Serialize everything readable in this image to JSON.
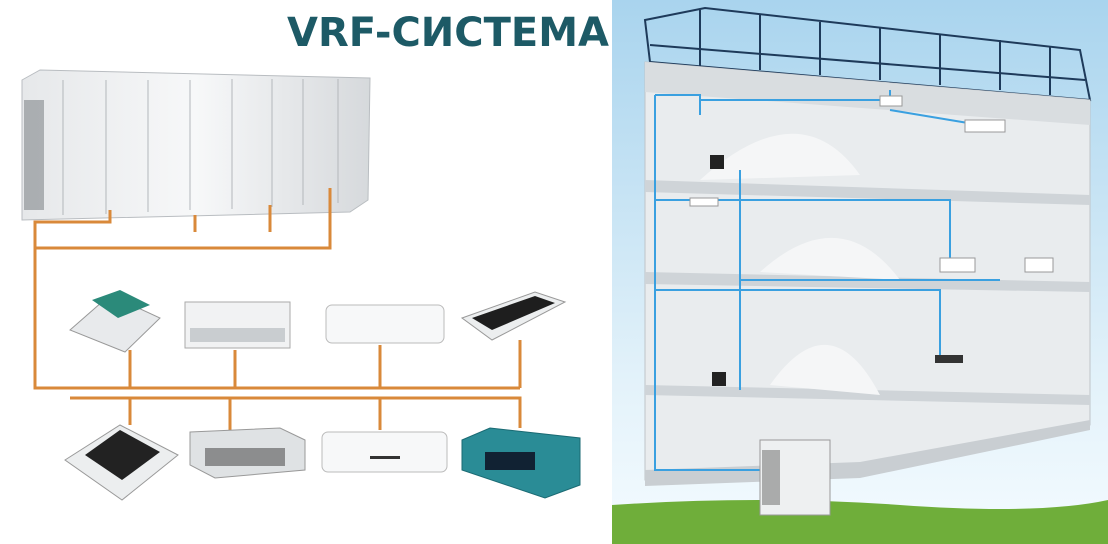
{
  "title": "VRF-СИСТЕМА",
  "colors": {
    "title": "#1d5a66",
    "refrigerant_pipe": "#d9893a",
    "building_pipe": "#3aa0e0",
    "sky": "#bfe0f2",
    "grass": "#6fae3a"
  },
  "left_panel": {
    "outdoor_unit": "outdoor-unit-array",
    "indoor_units_row_1": [
      "four-way-cassette",
      "floor-ceiling-unit",
      "wall-mounted-split",
      "one-way-cassette"
    ],
    "indoor_units_row_2": [
      "four-way-cassette",
      "ducted-unit",
      "wall-mounted-split",
      "high-static-ducted-unit"
    ]
  },
  "right_panel": {
    "illustration": "multi-storey-building-cutaway-with-vrf"
  }
}
